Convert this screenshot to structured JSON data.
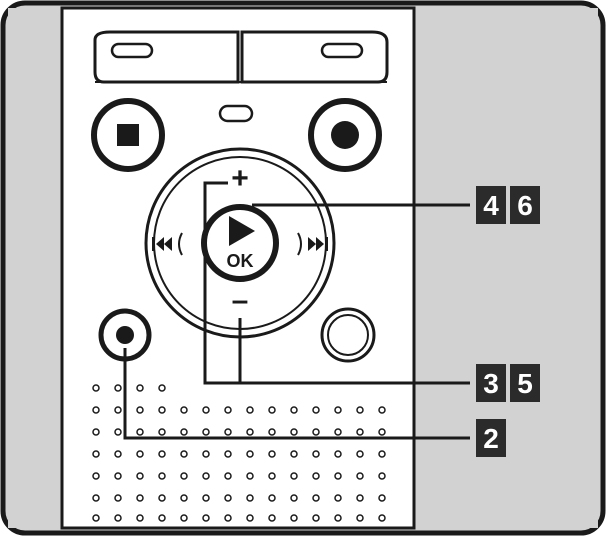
{
  "device": {
    "center_button": {
      "symbol": "▶",
      "label": "OK"
    },
    "plus_symbol": "+",
    "minus_symbol": "–",
    "prev_symbol": "⏮",
    "next_symbol": "⏭"
  },
  "callouts": {
    "top": [
      "4",
      "6"
    ],
    "middle": [
      "3",
      "5"
    ],
    "bottom": [
      "2"
    ]
  },
  "colors": {
    "outline": "#1a1a1a",
    "panel_gray": "#d2d2d2",
    "callout_bg": "#2b2b2b",
    "callout_text": "#ffffff"
  }
}
